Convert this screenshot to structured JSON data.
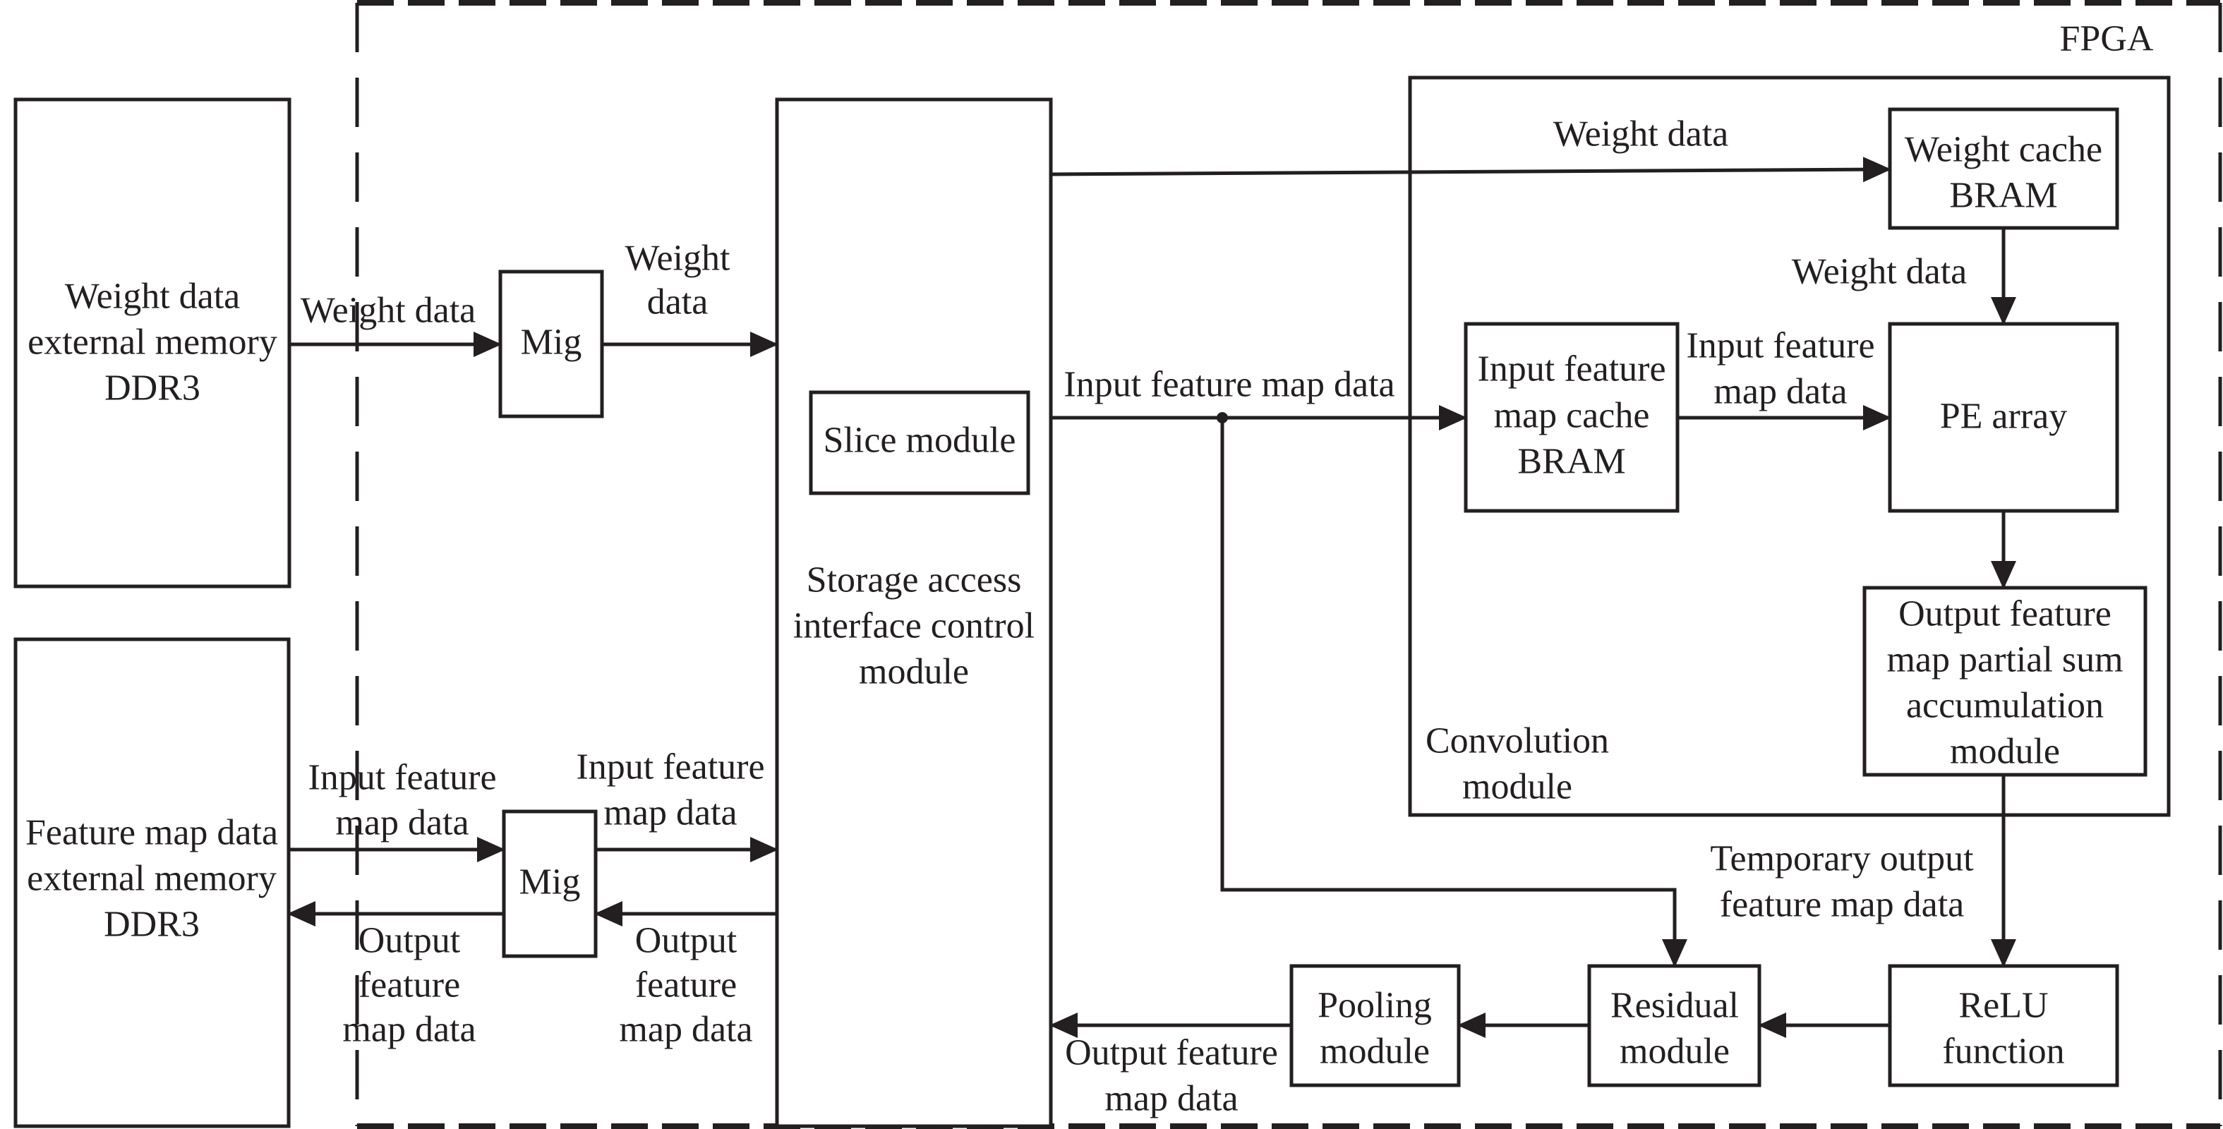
{
  "diagram": {
    "fpga_label": "FPGA",
    "colors": {
      "stroke": "#231f20",
      "background": "#ffffff"
    },
    "blocks": {
      "weight_memory": [
        "Weight data",
        "external memory",
        "DDR3"
      ],
      "feature_memory": [
        "Feature map data",
        "external memory",
        "DDR3"
      ],
      "mig_top": [
        "Mig"
      ],
      "mig_bottom": [
        "Mig"
      ],
      "storage_access": [
        "Storage access",
        "interface control",
        "module"
      ],
      "slice": [
        "Slice module"
      ],
      "weight_cache": [
        "Weight cache",
        "BRAM"
      ],
      "input_cache": [
        "Input feature",
        "map cache",
        "BRAM"
      ],
      "pe_array": [
        "PE array"
      ],
      "accumulation": [
        "Output feature",
        "map partial sum",
        "accumulation",
        "module"
      ],
      "convolution_module": [
        "Convolution",
        "module"
      ],
      "relu": [
        "ReLU",
        "function"
      ],
      "residual": [
        "Residual",
        "module"
      ],
      "pooling": [
        "Pooling",
        "module"
      ]
    },
    "edge_labels": {
      "ddr_to_mig_weight": [
        "Weight data"
      ],
      "mig_to_storage_weight": [
        "Weight",
        "data"
      ],
      "storage_to_weight_cache": [
        "Weight data"
      ],
      "weight_cache_to_pe": [
        "Weight data"
      ],
      "storage_to_input_cache": [
        "Input feature map data"
      ],
      "input_cache_to_pe": [
        "Input feature",
        "map data"
      ],
      "accum_to_relu": [
        "Temporary output",
        "feature map data"
      ],
      "pooling_to_storage": [
        "Output feature",
        "map data"
      ],
      "ddr_to_mig_input": [
        "Input feature",
        "map data"
      ],
      "mig_to_storage_input": [
        "Input feature",
        "map data"
      ],
      "mig_to_ddr_output": [
        "Output",
        "feature",
        "map data"
      ],
      "storage_to_mig_output": [
        "Output",
        "feature",
        "map data"
      ]
    }
  }
}
